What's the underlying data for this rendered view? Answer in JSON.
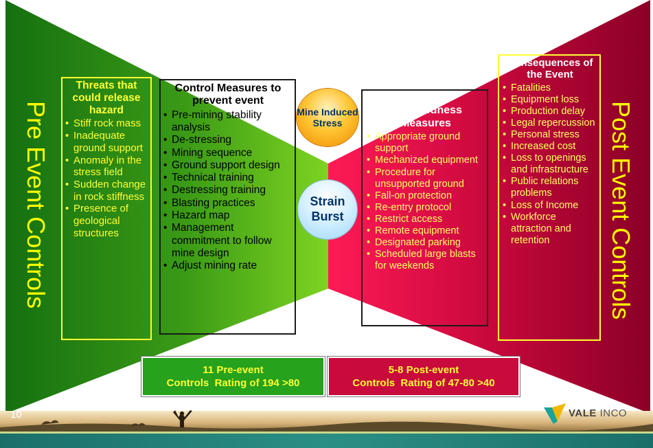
{
  "pre_event_title": "Pre Event Controls",
  "post_event_title": "Post Event Controls",
  "threats": {
    "heading": "Threats that could release hazard",
    "items": [
      "Stiff rock mass",
      "Inadequate ground support",
      "Anomaly in the stress field",
      "Sudden change in rock stiffness",
      "Presence of geological structures"
    ]
  },
  "control_measures": {
    "heading": "Control Measures to prevent event",
    "items": [
      "Pre-mining stability analysis",
      "De-stressing",
      "Mining sequence",
      "Ground support design",
      "Technical training",
      "Destressing training",
      "Blasting practices",
      "Hazard map",
      "Management commitment to follow mine design",
      "Adjust mining rate"
    ]
  },
  "center": {
    "top_circle": "Mine Induced Stress",
    "bottom_circle": "Strain Burst"
  },
  "recovery": {
    "heading": "Recovery/ Preparedness Measures",
    "items": [
      "Appropriate ground support",
      "Mechanized equipment",
      "Procedure for unsupported ground",
      "Fall-on protection",
      "Re-entry protocol",
      "Restrict access",
      "Remote equipment",
      "Designated parking",
      "Scheduled large blasts for weekends"
    ]
  },
  "consequences": {
    "heading": "Consequences of the Event",
    "items": [
      "Fatalities",
      "Equipment loss",
      "Production delay",
      "Legal repercussion",
      "Personal stress",
      "Increased cost",
      "Loss to openings and infrastructure",
      "Public relations problems",
      "Loss of Income",
      "Workforce attraction and retention"
    ]
  },
  "ratings": {
    "pre_line1": "11 Pre-event",
    "pre_line2": "Controls  Rating of 194 >80",
    "post_line1": "5-8 Post-event",
    "post_line2": "Controls  Rating of 47-80 >40"
  },
  "footer": {
    "slide_number": "10",
    "logo_word1": "VALE",
    "logo_word2": "INCO"
  },
  "colors": {
    "green_dark": "#1a7a12",
    "green_light": "#6cc81e",
    "red_light": "#e8104a",
    "red_dark": "#8e0028",
    "label_yellow": "#ffff33"
  }
}
